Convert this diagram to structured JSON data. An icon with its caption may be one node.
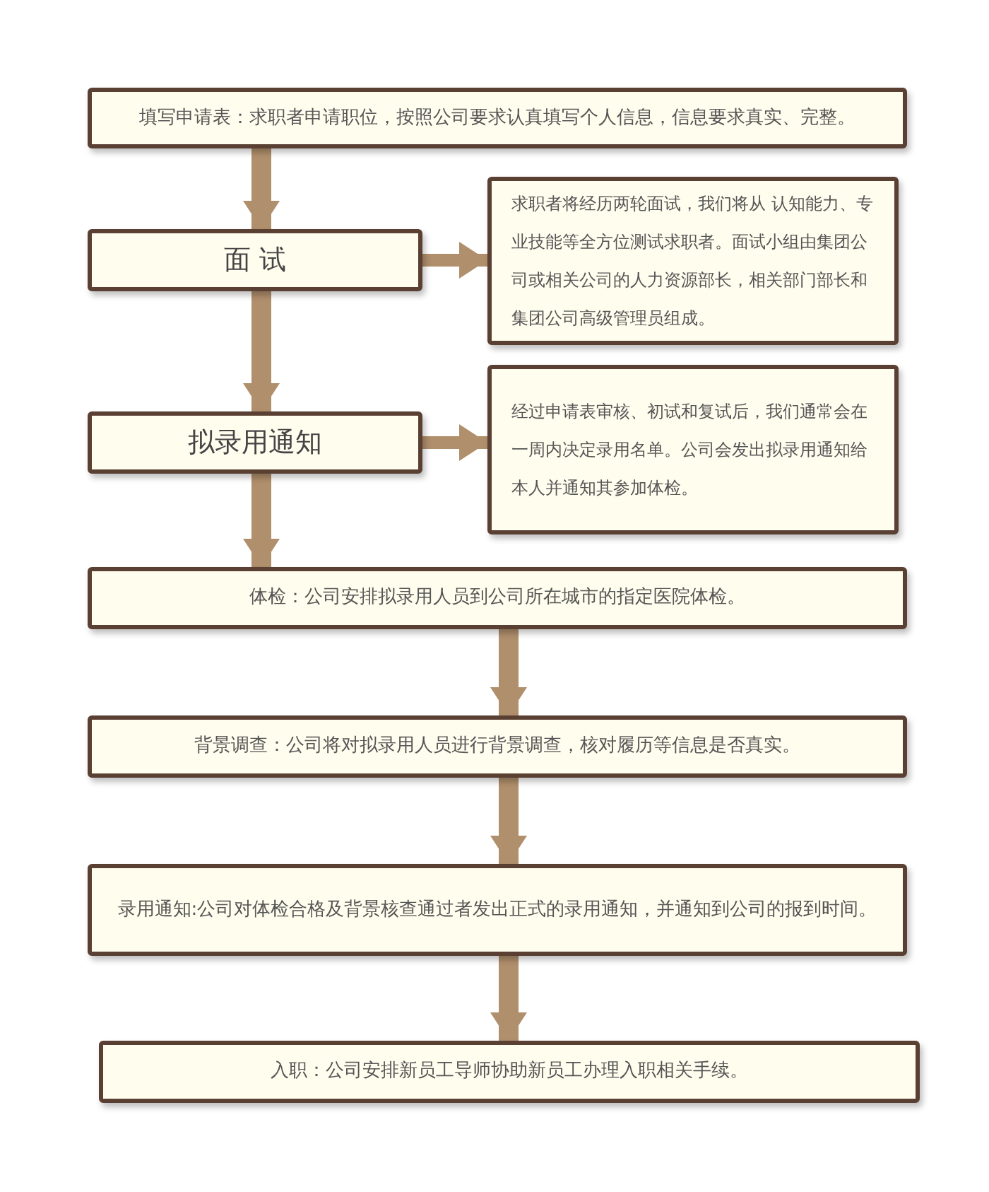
{
  "diagram": {
    "nodes": [
      {
        "text": [
          "填写申请表：求职者申请职位，按照公司要求认真填写个人信息，信息要求真实、完整。"
        ]
      },
      {
        "text": [
          "面 试"
        ]
      },
      {
        "text": [
          "求职者将经历两轮面试，我们将从 认知能力、专业技能等全方位测试求职者。面试小组由集团公司或相关公司的人力资源部长，相关部门部长和集团公司高级管理员组成。"
        ]
      },
      {
        "text": [
          "拟录用通知"
        ]
      },
      {
        "text": [
          "经过申请表审核、初试和复试后，我们通常会在一周内决定录用名单。公司会发出拟录用通知给本人并通知其参加体检。"
        ]
      },
      {
        "text": [
          "体检：公司安排拟录用人员到公司所在城市的指定医院体检。"
        ]
      },
      {
        "text": [
          "背景调查：公司将对拟录用人员进行背景调查，核对履历等信息是否真实。"
        ]
      },
      {
        "text": [
          "录用通知:公司对体检合格及背景核查通过者发出正式的录用通知，并通知到公司的报到时间。"
        ]
      },
      {
        "text": [
          "入职：公司安排新员工导师协助新员工办理入职相关手续。"
        ]
      }
    ],
    "edges": [
      {
        "from": 0,
        "to": 1,
        "arrow": "to"
      },
      {
        "from": 1,
        "to": 3,
        "arrow": "to"
      },
      {
        "from": 1,
        "to": 2,
        "arrow": "to"
      },
      {
        "from": 3,
        "to": 4,
        "arrow": "to"
      },
      {
        "from": 3,
        "to": 5,
        "arrow": "to"
      },
      {
        "from": 5,
        "to": 6,
        "arrow": "to"
      },
      {
        "from": 6,
        "to": 7,
        "arrow": "to"
      },
      {
        "from": 7,
        "to": 8,
        "arrow": "to"
      }
    ]
  }
}
